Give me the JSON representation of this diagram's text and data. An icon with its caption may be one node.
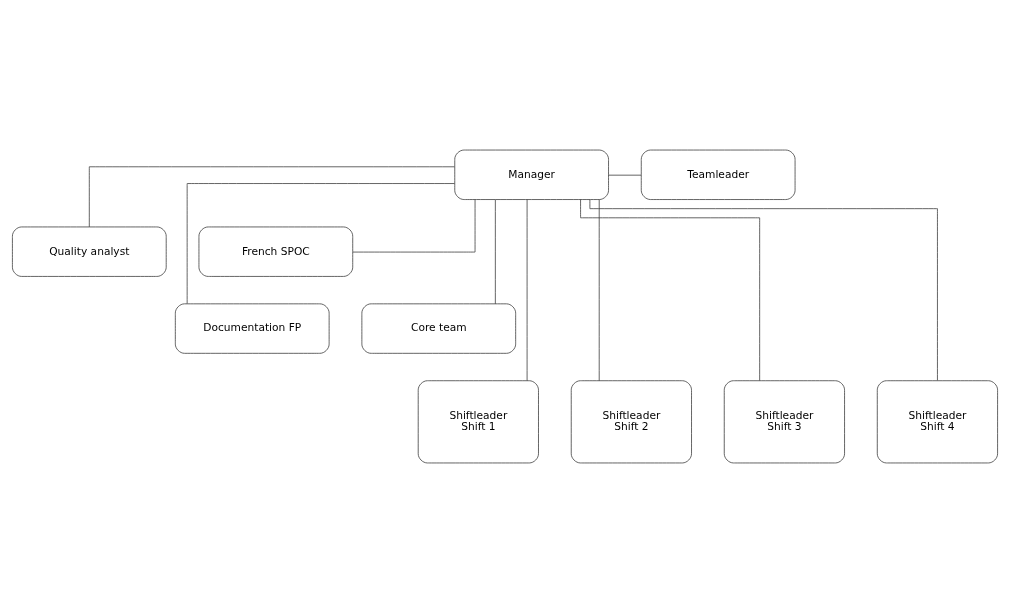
{
  "diagram": {
    "nodes": [
      {
        "text": [
          "Manager"
        ]
      },
      {
        "text": [
          "Teamleader"
        ]
      },
      {
        "text": [
          "Quality analyst"
        ]
      },
      {
        "text": [
          "French SPOC"
        ]
      },
      {
        "text": [
          "Documentation FP"
        ]
      },
      {
        "text": [
          "Core team"
        ]
      },
      {
        "text": [
          "Shiftleader",
          "Shift 1"
        ]
      },
      {
        "text": [
          "Shiftleader",
          "Shift 2"
        ]
      },
      {
        "text": [
          "Shiftleader",
          "Shift 3"
        ]
      },
      {
        "text": [
          "Shiftleader",
          "Shift 4"
        ]
      }
    ],
    "edges": [
      {
        "from": 0,
        "to": 1,
        "arrow": "none"
      },
      {
        "from": 0,
        "to": 2,
        "arrow": "none"
      },
      {
        "from": 0,
        "to": 3,
        "arrow": "none"
      },
      {
        "from": 0,
        "to": 4,
        "arrow": "none"
      },
      {
        "from": 0,
        "to": 5,
        "arrow": "none"
      },
      {
        "from": 0,
        "to": 6,
        "arrow": "none"
      },
      {
        "from": 0,
        "to": 7,
        "arrow": "none"
      },
      {
        "from": 0,
        "to": 8,
        "arrow": "none"
      },
      {
        "from": 0,
        "to": 9,
        "arrow": "none"
      }
    ]
  }
}
